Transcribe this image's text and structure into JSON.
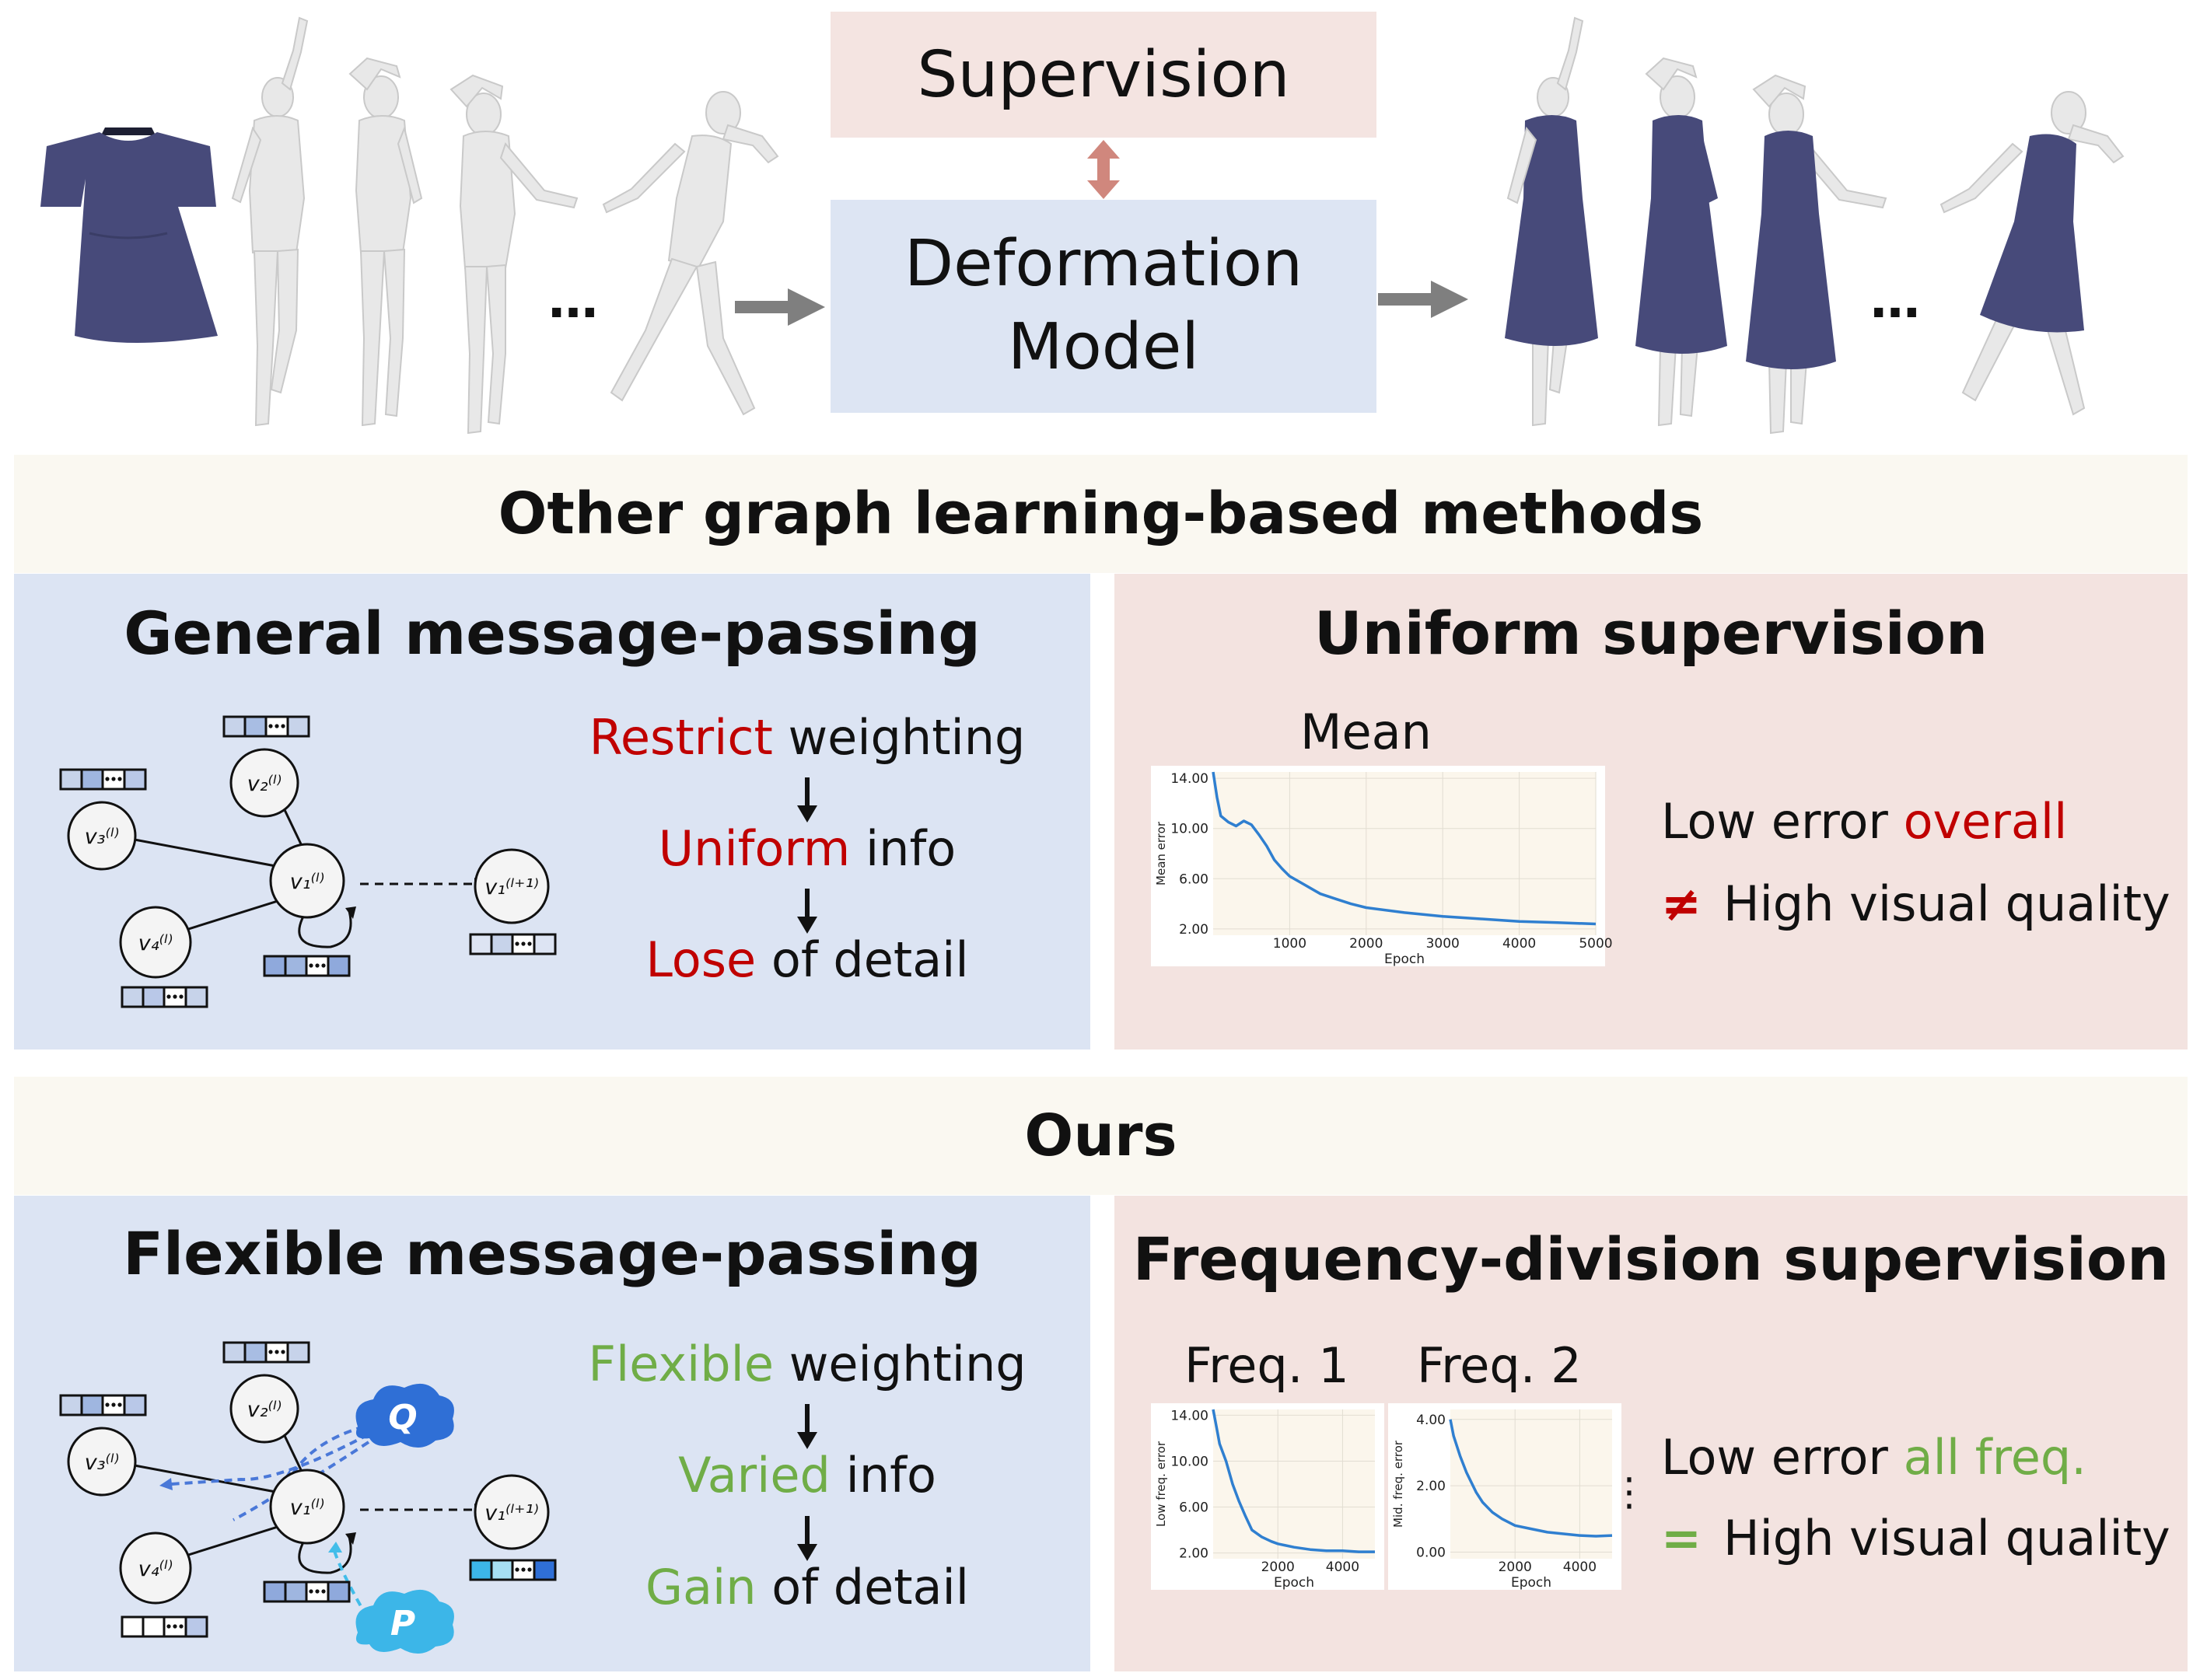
{
  "top": {
    "supervision": "Supervision",
    "deformation_line1": "Deformation",
    "deformation_line2": "Model",
    "ellipsis_left": "…",
    "ellipsis_right": "…"
  },
  "colors": {
    "garment": "#474a7a",
    "body": "#e8e8e8",
    "red": "#c00000",
    "green": "#70ad47",
    "curve": "#2f7fd0",
    "node_strong": "#2f6fd6",
    "node_light": "#3cb6e8"
  },
  "other": {
    "band_title": "Other graph learning-based methods",
    "left": {
      "title": "General message-passing",
      "lines": [
        {
          "highlight": "Restrict",
          "rest": " weighting"
        },
        {
          "highlight": "Uniform",
          "rest": " info"
        },
        {
          "highlight": "Lose",
          "rest": " of detail"
        }
      ]
    },
    "right": {
      "title": "Uniform supervision",
      "chart_title": "Mean",
      "claim1_prefix": "Low error ",
      "claim1_highlight": "overall",
      "claim2_symbol": "≠",
      "claim2_text": "High visual quality"
    }
  },
  "ours": {
    "band_title": "Ours",
    "left": {
      "title": "Flexible message-passing",
      "lines": [
        {
          "highlight": "Flexible",
          "rest": " weighting"
        },
        {
          "highlight": "Varied",
          "rest": " info"
        },
        {
          "highlight": "Gain",
          "rest": " of detail"
        }
      ],
      "q_label": "Q",
      "p_label": "P"
    },
    "right": {
      "title": "Frequency-division supervision",
      "chart1_title": "Freq. 1",
      "chart2_title": "Freq. 2",
      "vdots": "⋮",
      "claim1_prefix": "Low error ",
      "claim1_highlight": "all freq.",
      "claim2_symbol": "=",
      "claim2_text": "High visual quality"
    }
  },
  "graph_labels": {
    "v1": "v₁⁽ˡ⁾",
    "v2": "v₂⁽ˡ⁾",
    "v3": "v₃⁽ˡ⁾",
    "v4": "v₄⁽ˡ⁾",
    "v1_next": "v₁⁽ˡ⁺¹⁾"
  },
  "chart_data": [
    {
      "type": "line",
      "title": "",
      "xlabel": "Epoch",
      "ylabel": "Mean error",
      "xlim": [
        0,
        5000
      ],
      "ylim": [
        1.5,
        14.5
      ],
      "xticks": [
        1000,
        2000,
        3000,
        4000,
        5000
      ],
      "yticks": [
        2.0,
        6.0,
        10.0,
        14.0
      ],
      "xtick_labels": [
        "1000",
        "2000",
        "3000",
        "4000",
        "5000"
      ],
      "ytick_labels": [
        "2.00",
        "6.00",
        "10.00",
        "14.00"
      ],
      "grid": true,
      "series": [
        {
          "x": [
            0,
            50,
            100,
            200,
            300,
            400,
            500,
            600,
            700,
            800,
            900,
            1000,
            1200,
            1400,
            1600,
            1800,
            2000,
            2500,
            3000,
            3500,
            4000,
            4500,
            5000
          ],
          "y": [
            14.5,
            12.5,
            11.0,
            10.5,
            10.2,
            10.6,
            10.3,
            9.5,
            8.6,
            7.5,
            6.8,
            6.2,
            5.5,
            4.8,
            4.4,
            4.0,
            3.7,
            3.3,
            3.0,
            2.8,
            2.6,
            2.5,
            2.4
          ]
        }
      ]
    },
    {
      "type": "line",
      "title": "",
      "xlabel": "Epoch",
      "ylabel": "Low freq. error",
      "xlim": [
        0,
        5000
      ],
      "ylim": [
        1.5,
        14.5
      ],
      "xticks": [
        2000,
        4000
      ],
      "yticks": [
        2.0,
        6.0,
        10.0,
        14.0
      ],
      "xtick_labels": [
        "2000",
        "4000"
      ],
      "ytick_labels": [
        "2.00",
        "6.00",
        "10.00",
        "14.00"
      ],
      "grid": true,
      "series": [
        {
          "x": [
            0,
            100,
            200,
            400,
            600,
            800,
            1000,
            1200,
            1500,
            1800,
            2000,
            2500,
            3000,
            3500,
            4000,
            4500,
            5000
          ],
          "y": [
            14.5,
            13.0,
            11.5,
            10.0,
            8.0,
            6.5,
            5.2,
            4.0,
            3.4,
            3.0,
            2.8,
            2.5,
            2.3,
            2.2,
            2.2,
            2.1,
            2.1
          ]
        }
      ]
    },
    {
      "type": "line",
      "title": "",
      "xlabel": "Epoch",
      "ylabel": "Mid. freq. error",
      "xlim": [
        0,
        5000
      ],
      "ylim": [
        -0.2,
        4.3
      ],
      "xticks": [
        2000,
        4000
      ],
      "yticks": [
        0.0,
        2.0,
        4.0
      ],
      "xtick_labels": [
        "2000",
        "4000"
      ],
      "ytick_labels": [
        "0.00",
        "2.00",
        "4.00"
      ],
      "grid": true,
      "series": [
        {
          "x": [
            0,
            100,
            300,
            500,
            800,
            1000,
            1300,
            1600,
            2000,
            2500,
            3000,
            3500,
            4000,
            4500,
            5000
          ],
          "y": [
            4.0,
            3.5,
            2.9,
            2.4,
            1.8,
            1.5,
            1.2,
            1.0,
            0.8,
            0.7,
            0.6,
            0.55,
            0.5,
            0.48,
            0.5
          ]
        }
      ]
    }
  ]
}
